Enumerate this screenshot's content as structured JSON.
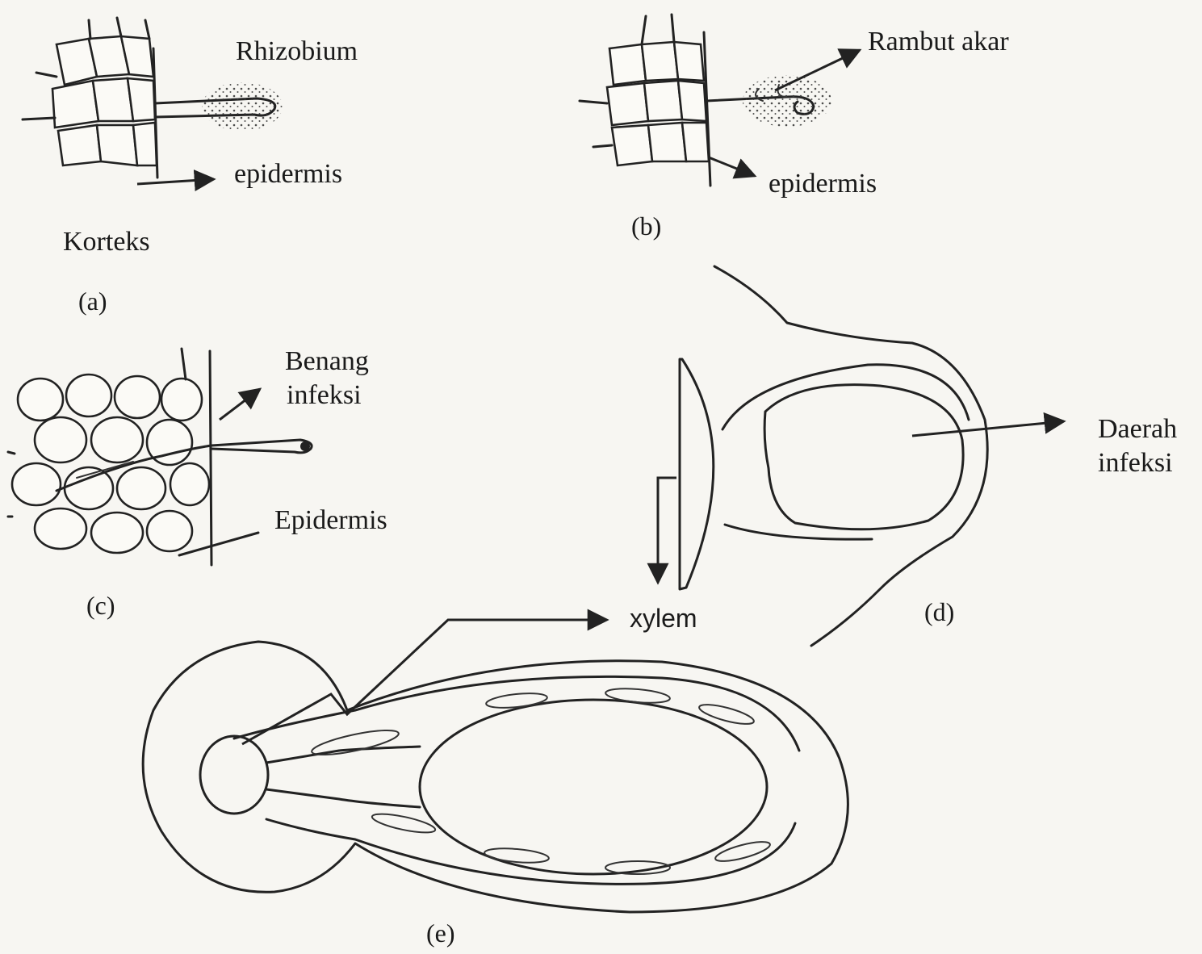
{
  "panels": {
    "a": {
      "caption": "(a)",
      "labels": {
        "rhizobium": "Rhizobium",
        "epidermis": "epidermis",
        "korteks": "Korteks"
      }
    },
    "b": {
      "caption": "(b)",
      "labels": {
        "rambut_akar": "Rambut akar",
        "epidermis": "epidermis"
      }
    },
    "c": {
      "caption": "(c)",
      "labels": {
        "benang_infeksi_1": "Benang",
        "benang_infeksi_2": "infeksi",
        "epidermis": "Epidermis"
      }
    },
    "d": {
      "caption": "(d)",
      "labels": {
        "daerah_infeksi_1": "Daerah",
        "daerah_infeksi_2": "infeksi"
      }
    },
    "e": {
      "caption": "(e)",
      "labels": {
        "xylem": "xylem"
      }
    }
  },
  "colors": {
    "ink": "#222222",
    "paper": "#f7f6f2",
    "stipple": "#3a3a3a"
  }
}
